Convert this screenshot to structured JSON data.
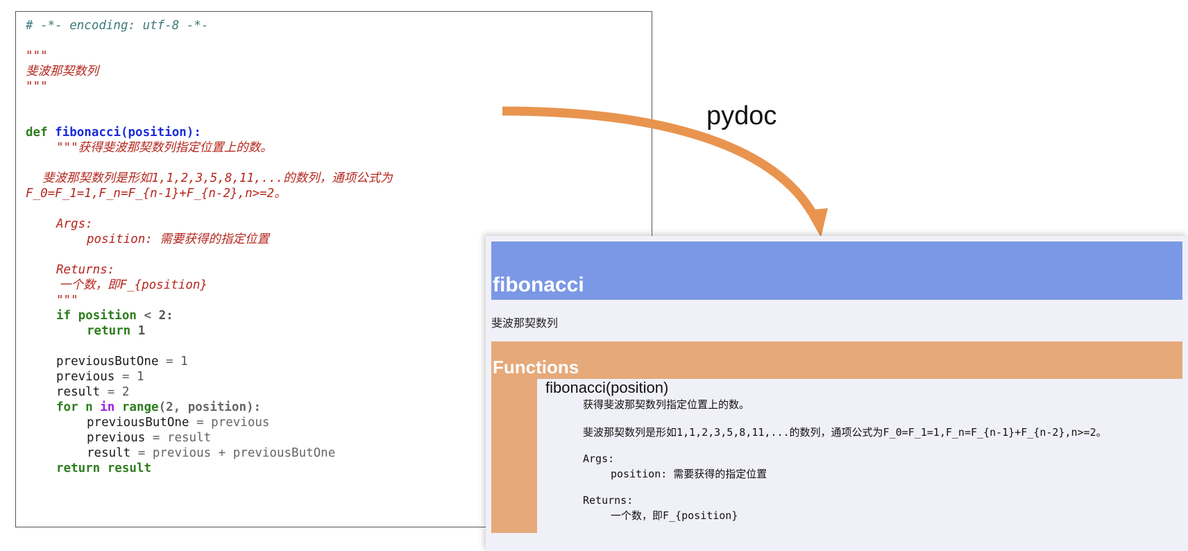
{
  "code": {
    "encoding_comment": "# -*- encoding: utf-8 -*-",
    "module_doc_open": "\"\"\"",
    "module_doc_text": "斐波那契数列",
    "module_doc_close": "\"\"\"",
    "def_kw": "def",
    "func_sig": "fibonacci(position):",
    "doc_line1": "\"\"\"获得斐波那契数列指定位置上的数。",
    "doc_line2": "斐波那契数列是形如1,1,2,3,5,8,11,...的数列，通项公式为",
    "doc_line3": "F_0=F_1=1,F_n=F_{n-1}+F_{n-2},n>=2。",
    "args_label": "Args:",
    "args_text": "position: 需要获得的指定位置",
    "returns_label": "Returns:",
    "returns_text": "一个数，即F_{position}",
    "doc_close": "\"\"\"",
    "if_kw": "if",
    "if_var": "position",
    "if_op": "<",
    "if_num": "2:",
    "return_kw": "return",
    "return_num": "1",
    "prev_but_one_var": "previousButOne",
    "prev_var": "previous",
    "result_var": "result",
    "assign_op": "=",
    "prev_but_one_val": "1",
    "prev_val": "1",
    "result_val": "2",
    "for_kw": "for",
    "for_var": "n",
    "in_kw": "in",
    "range_fn": "range",
    "range_args": "(2, position):",
    "loop_line1_value": "previous",
    "loop_line2_value": "result",
    "loop_line3_value": "previous + previousButOne",
    "return_result_kw": "return",
    "return_result_var": "result"
  },
  "arrow": {
    "label": "pydoc",
    "color": "#e8944f"
  },
  "doc_output": {
    "title": "fibonacci",
    "description": "斐波那契数列",
    "section_title": "Functions",
    "signature": "fibonacci(position)",
    "summary": "获得斐波那契数列指定位置上的数。",
    "detail": "斐波那契数列是形如1,1,2,3,5,8,11,...的数列，通项公式为F_0=F_1=1,F_n=F_{n-1}+F_{n-2},n>=2。",
    "args_label": "Args:",
    "args_text": "position: 需要获得的指定位置",
    "returns_label": "Returns:",
    "returns_text": "一个数，即F_{position}",
    "title_bar_color": "#7b98e6",
    "section_color": "#e5a97a"
  }
}
